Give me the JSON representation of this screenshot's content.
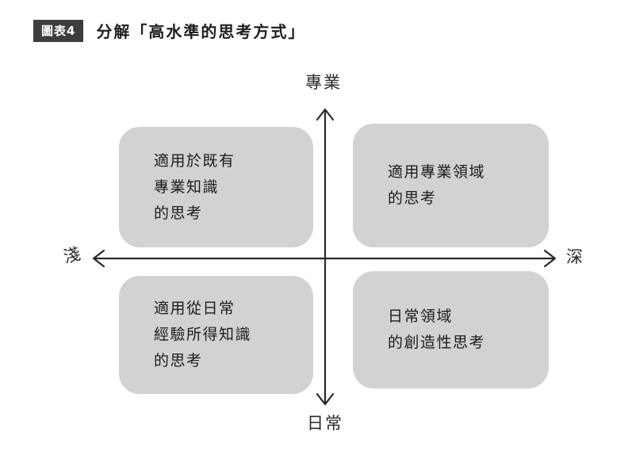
{
  "figure": {
    "badge": "圖表4",
    "title": "分解「高水準的思考方式」"
  },
  "axes": {
    "top": "專業",
    "bottom": "日常",
    "left": "淺",
    "right": "深"
  },
  "quadrants": {
    "top_left": {
      "lines": [
        "適用於既有",
        "專業知識",
        "的思考"
      ]
    },
    "top_right": {
      "lines": [
        "適用專業領域",
        "的思考"
      ]
    },
    "bottom_left": {
      "lines": [
        "適用從日常",
        "經驗所得知識",
        "的思考"
      ]
    },
    "bottom_right": {
      "lines": [
        "日常領域",
        "的創造性思考"
      ]
    }
  },
  "colors": {
    "box_fill": "#d2d2d2",
    "badge_bg": "#3d3d3f",
    "axis": "#2a2a2a"
  }
}
